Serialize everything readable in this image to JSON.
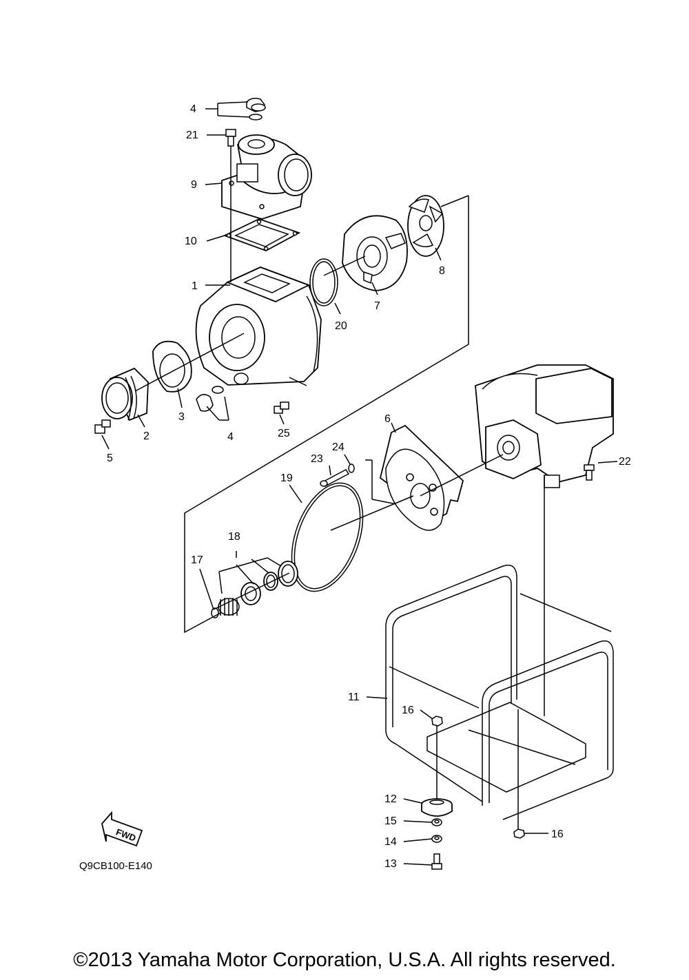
{
  "diagram": {
    "code": "Q9CB100-E140",
    "fwd_label": "FWD",
    "copyright": "©2013 Yamaha Motor Corporation, U.S.A. All rights reserved.",
    "callouts": [
      {
        "id": "c4a",
        "text": "4"
      },
      {
        "id": "c21",
        "text": "21"
      },
      {
        "id": "c9",
        "text": "9"
      },
      {
        "id": "c10",
        "text": "10"
      },
      {
        "id": "c1",
        "text": "1"
      },
      {
        "id": "c20",
        "text": "20"
      },
      {
        "id": "c7",
        "text": "7"
      },
      {
        "id": "c8",
        "text": "8"
      },
      {
        "id": "c2",
        "text": "2"
      },
      {
        "id": "c3",
        "text": "3"
      },
      {
        "id": "c4b",
        "text": "4"
      },
      {
        "id": "c25",
        "text": "25"
      },
      {
        "id": "c5",
        "text": "5"
      },
      {
        "id": "c6",
        "text": "6"
      },
      {
        "id": "c24",
        "text": "24"
      },
      {
        "id": "c23",
        "text": "23"
      },
      {
        "id": "c22",
        "text": "22"
      },
      {
        "id": "c19",
        "text": "19"
      },
      {
        "id": "c18",
        "text": "18"
      },
      {
        "id": "c17",
        "text": "17"
      },
      {
        "id": "c11",
        "text": "11"
      },
      {
        "id": "c16a",
        "text": "16"
      },
      {
        "id": "c12",
        "text": "12"
      },
      {
        "id": "c15",
        "text": "15"
      },
      {
        "id": "c14",
        "text": "14"
      },
      {
        "id": "c13",
        "text": "13"
      },
      {
        "id": "c16b",
        "text": "16"
      }
    ]
  }
}
